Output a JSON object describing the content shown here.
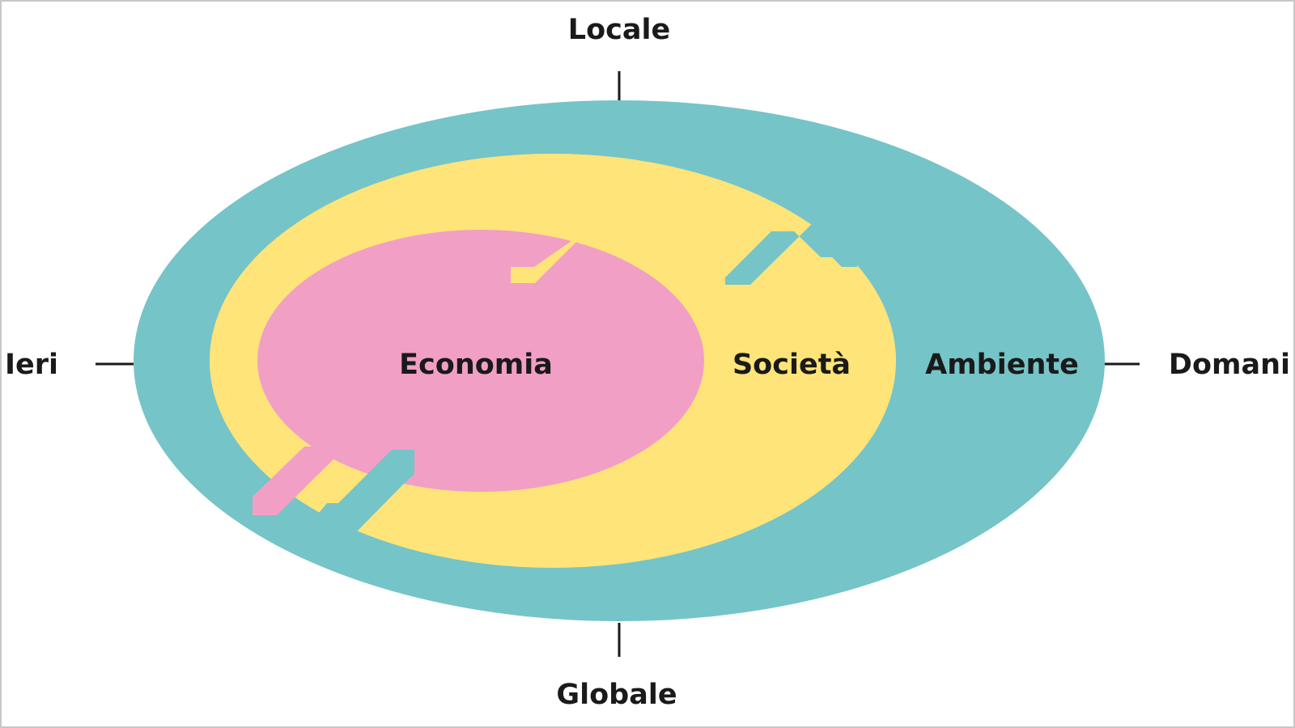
{
  "colors": {
    "ambiente": "#75c4c8",
    "societa": "#fee479",
    "economia": "#f29fc5",
    "axis": "#1a1a1a",
    "border": "#c8c8c8"
  },
  "axes": {
    "top": "Locale",
    "bottom": "Globale",
    "left": "Ieri",
    "right": "Domani"
  },
  "rings": {
    "economia": "Economia",
    "societa": "Società",
    "ambiente": "Ambiente"
  }
}
